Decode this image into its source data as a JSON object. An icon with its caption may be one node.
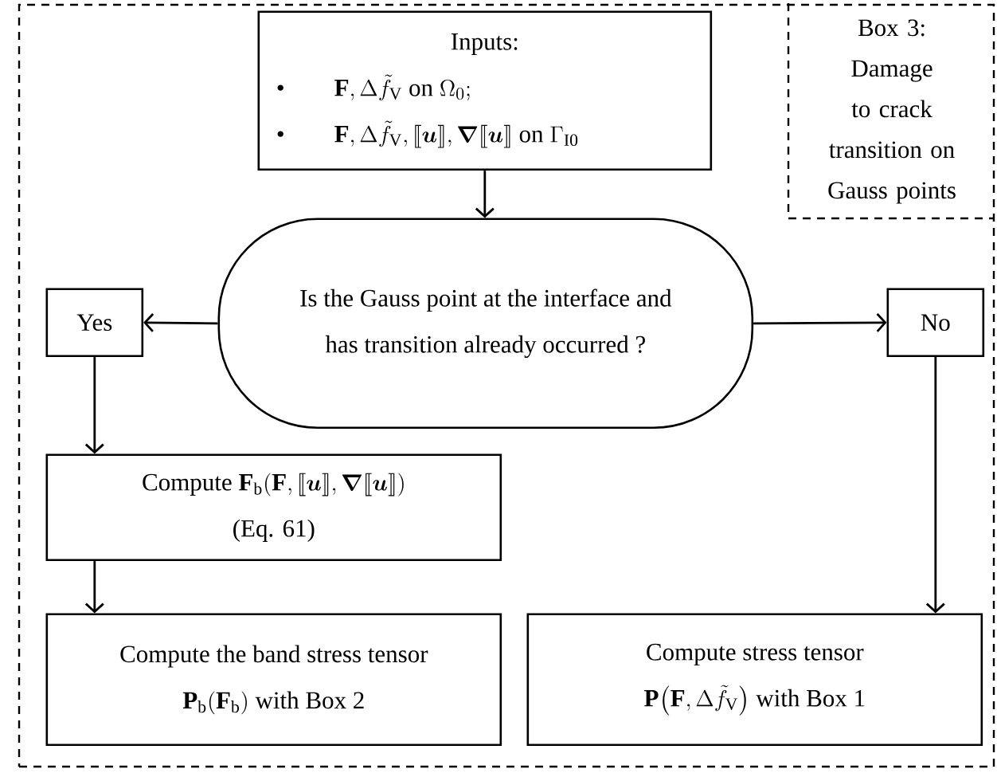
{
  "diagram": {
    "nodes": [
      {
        "text": [
          "Box 3: Damage to crack transition on Gauss points"
        ]
      },
      {
        "text": [
          "Inputs:",
          "\\text{\\textbullet}\\qquad\\mathbf{F}, \\Delta\\tilde{f}_{\\mathrm{V}}\\text{ on }\\Omega_{0};",
          "\\text{\\textbullet}\\qquad\\mathbf{F}, \\Delta\\tilde{f}_{\\mathrm{V}}, \\llbracket\\boldsymbol{u}\\rrbracket, \\boldsymbol{\\nabla}\\llbracket\\boldsymbol{u}\\rrbracket\\text{ on }\\Gamma_{\\mathrm{I0}}"
        ],
        "in": 0
      },
      {
        "text": [
          "Is the Gauss point at the interface and has transition already occurred ?"
        ],
        "in": 0
      },
      {
        "text": [
          "Yes"
        ],
        "in": 0
      },
      {
        "text": [
          "No"
        ],
        "in": 0
      },
      {
        "text": [
          "Compute",
          "\\mathbf{F}_{\\mathrm{b}}(\\mathbf{F}, \\llbracket\\boldsymbol{u}\\rrbracket, \\boldsymbol{\\nabla}\\llbracket\\boldsymbol{u}\\rrbracket)",
          "(Eq. 61)"
        ],
        "in": 0
      },
      {
        "text": [
          "Compute the band stress tensor",
          "\\mathbf{P}_{\\mathrm{b}}(\\mathbf{F}_{\\mathrm{b}})",
          "with Box 2"
        ],
        "in": 0
      },
      {
        "text": [
          "Compute stress tensor",
          "\\mathbf{P}\\bigl(\\mathbf{F}, \\Delta\\tilde{f}_{\\mathrm{V}}\\bigr)",
          "with Box 1"
        ],
        "in": 0
      }
    ],
    "edges": [
      {
        "from": 1,
        "to": 2,
        "arrow": "to"
      },
      {
        "from": 2,
        "to": 3,
        "arrow": "to"
      },
      {
        "from": 2,
        "to": 4,
        "arrow": "to"
      },
      {
        "from": 3,
        "to": 5,
        "arrow": "to"
      },
      {
        "from": 5,
        "to": 6,
        "arrow": "to"
      },
      {
        "from": 4,
        "to": 7,
        "arrow": "to"
      }
    ]
  }
}
